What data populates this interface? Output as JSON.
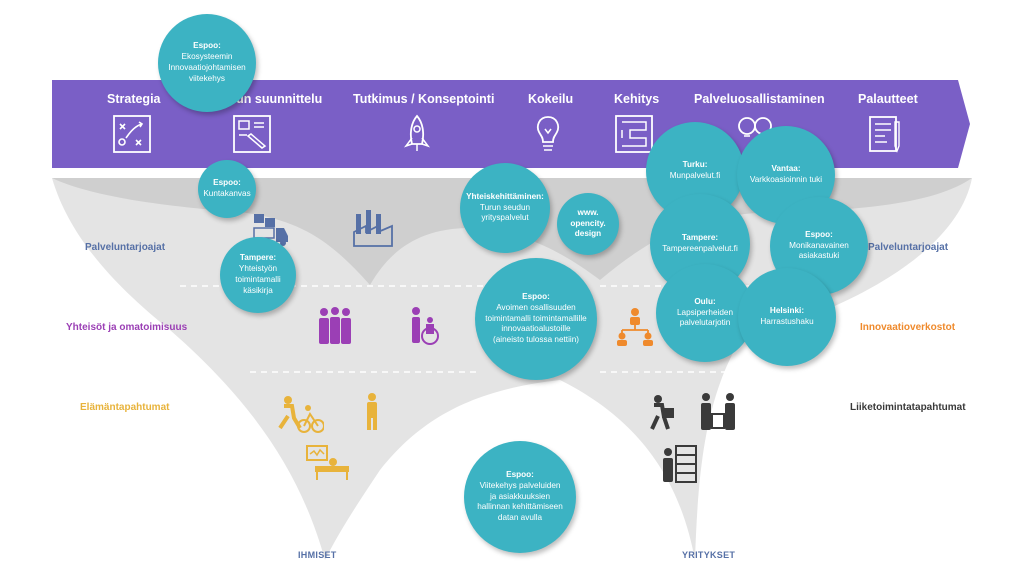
{
  "colors": {
    "banner": "#7a5fc6",
    "bubble": "#3cb3c3",
    "funnel": "#d6d6d6",
    "providers": "#5670a6",
    "communities": "#9b3fb5",
    "life": "#e8b33b",
    "innovation": "#ef8a2c",
    "business": "#3a3a3a"
  },
  "phases": [
    {
      "label": "Strategia",
      "icon": "strategy-board-icon"
    },
    {
      "label": "Palvelun suunnittelu",
      "icon": "design-sketch-icon"
    },
    {
      "label": "Tutkimus / Konseptointi",
      "icon": "rocket-icon"
    },
    {
      "label": "Kokeilu",
      "icon": "lightbulb-icon"
    },
    {
      "label": "Kehitys",
      "icon": "maze-icon"
    },
    {
      "label": "Palveluosallistaminen",
      "icon": "people-bulbs-icon"
    },
    {
      "label": "Palautteet",
      "icon": "feedback-form-icon"
    }
  ],
  "left_labels": {
    "providers": "Palveluntarjoajat",
    "communities": "Yhteisöt ja omatoimisuus",
    "life": "Elämäntapahtumat"
  },
  "right_labels": {
    "providers": "Palveluntarjoajat",
    "innovation": "Innovaatioverkostot",
    "business": "Liiketoimintatapahtumat"
  },
  "bottom_labels": {
    "people": "IHMISET",
    "companies": "YRITYKSET"
  },
  "bubbles": {
    "espoo_ecosystem": {
      "title": "Espoo:",
      "text": "Ekosysteemin Innovaatiojohtamisen viitekehys"
    },
    "espoo_kuntakanvas": {
      "title": "Espoo:",
      "text": "Kuntakanvas"
    },
    "tampere_handbook": {
      "title": "Tampere:",
      "text": "Yhteistyön toimintamalli käsikirja"
    },
    "yhteiskehittaminen": {
      "title": "Yhteiskehittäminen:",
      "text": "Turun seudun yrityspalvelut"
    },
    "opencity": {
      "title": "www.",
      "text": "opencity. design"
    },
    "espoo_platforms": {
      "title": "Espoo:",
      "text": "Avoimen osallisuuden toimintamalli toimintamallille innovaatioalustoille (aineisto tulossa nettiin)"
    },
    "espoo_framework": {
      "title": "Espoo:",
      "text": "Viitekehys palveluiden ja asiakkuuksien hallinnan kehittämiseen datan avulla"
    },
    "turku": {
      "title": "Turku:",
      "text": "Munpalvelut.fi"
    },
    "vantaa": {
      "title": "Vantaa:",
      "text": "Varkkoasioinnin tuki"
    },
    "tampere_services": {
      "title": "Tampere:",
      "text": "Tampereenpalvelut.fi"
    },
    "espoo_multichannel": {
      "title": "Espoo:",
      "text": "Monikanavainen asiakastuki"
    },
    "oulu": {
      "title": "Oulu:",
      "text": "Lapsiperheiden palvelutarjotin"
    },
    "helsinki": {
      "title": "Helsinki:",
      "text": "Harrastushaku"
    }
  },
  "icons": {
    "provider_left_a": "forklift-boxes-icon",
    "provider_left_b": "factory-icon",
    "communities_a": "group-people-icon",
    "communities_b": "wheelchair-caregiver-icon",
    "innovation_network": "network-people-icon",
    "life_a": "family-cycling-icon",
    "life_b": "standing-person-icon",
    "life_c": "hospital-bed-icon",
    "business_a": "person-carrying-box-icon",
    "business_b": "shopkeepers-icon",
    "business_c": "shelving-worker-icon"
  }
}
